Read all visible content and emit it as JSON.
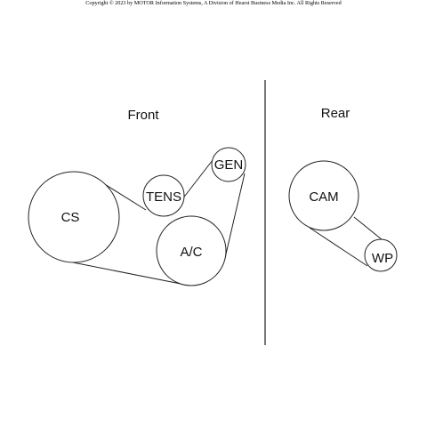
{
  "copyright": "Copyright © 2023 by MOTOR Information Systems, A Division of Hearst Business Media Inc. All Rights Reserved",
  "sections": {
    "front": "Front",
    "rear": "Rear"
  },
  "pulleys": {
    "cs": "CS",
    "tens": "TENS",
    "gen": "GEN",
    "ac": "A/C",
    "cam": "CAM",
    "wp": "WP"
  }
}
